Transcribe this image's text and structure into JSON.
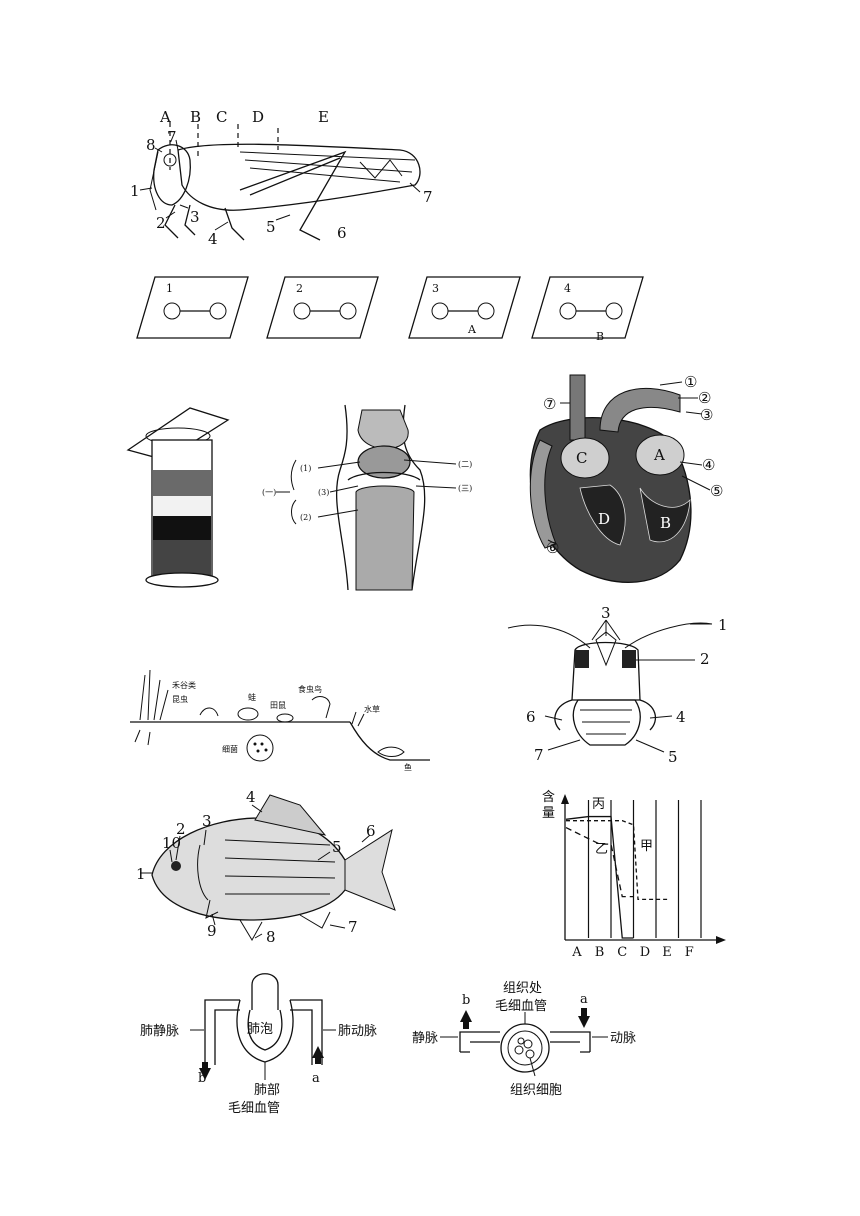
{
  "grasshopper": {
    "section_labels": [
      "A",
      "B",
      "C",
      "D",
      "E"
    ],
    "part_labels": [
      "1",
      "2",
      "3",
      "4",
      "5",
      "6",
      "7",
      "7",
      "8"
    ]
  },
  "slides": {
    "items": [
      {
        "number": "1",
        "tag": ""
      },
      {
        "number": "2",
        "tag": ""
      },
      {
        "number": "3",
        "tag": "A"
      },
      {
        "number": "4",
        "tag": "B"
      }
    ]
  },
  "joint": {
    "labels": [
      "(1)",
      "(3)",
      "(2)",
      "(一)",
      "(二)",
      "(三)"
    ]
  },
  "heart": {
    "chambers": [
      "A",
      "B",
      "C",
      "D"
    ],
    "vessel_labels": [
      "①",
      "②",
      "③",
      "④",
      "⑤",
      "⑥",
      "⑦"
    ]
  },
  "insect_head": {
    "labels": [
      "1",
      "2",
      "3",
      "4",
      "5",
      "6",
      "7"
    ]
  },
  "ecosystem": {
    "labels": [
      "禾谷类",
      "昆虫",
      "蛙",
      "田鼠",
      "食虫鸟",
      "细菌",
      "水草",
      "鱼"
    ]
  },
  "fish": {
    "labels": [
      "1",
      "2",
      "3",
      "4",
      "5",
      "6",
      "7",
      "8",
      "9",
      "10"
    ]
  },
  "digestion_chart": {
    "y_label_chars": [
      "含",
      "量"
    ],
    "x_labels": [
      "A",
      "B",
      "C",
      "D",
      "E",
      "F"
    ],
    "curve_labels": [
      "丙",
      "乙",
      "甲"
    ]
  },
  "chart_data": {
    "type": "line",
    "title": "",
    "xlabel": "",
    "ylabel": "含量",
    "categories": [
      "A",
      "B",
      "C",
      "D",
      "E",
      "F"
    ],
    "series": [
      {
        "name": "丙",
        "x": [
          0,
          0.5,
          1,
          1.5,
          2,
          2.5,
          3
        ],
        "y": [
          0.86,
          0.87,
          0.88,
          0.88,
          0.88,
          0.0,
          0.0
        ]
      },
      {
        "name": "乙",
        "x": [
          0,
          0.5,
          1,
          1.5,
          2,
          2.5,
          3
        ],
        "y": [
          0.8,
          0.76,
          0.72,
          0.68,
          0.68,
          0.3,
          0.3
        ]
      },
      {
        "name": "甲",
        "x": [
          0,
          0.5,
          1,
          1.5,
          2,
          2.5,
          3,
          3.2,
          4,
          4.6
        ],
        "y": [
          0.85,
          0.85,
          0.85,
          0.85,
          0.85,
          0.85,
          0.82,
          0.28,
          0.28,
          0.28
        ]
      }
    ],
    "grid": false,
    "legend": "none"
  },
  "lung_circulation": {
    "top": "肺泡",
    "left": "肺静脉",
    "right": "肺动脉",
    "bottom_line1": "肺部",
    "bottom_line2": "毛细血管",
    "arrow_b": "b",
    "arrow_a": "a"
  },
  "tissue_circulation": {
    "top_line1": "组织处",
    "top_line2": "毛细血管",
    "left": "静脉",
    "right": "动脉",
    "bottom": "组织细胞",
    "arrow_b": "b",
    "arrow_a": "a"
  }
}
